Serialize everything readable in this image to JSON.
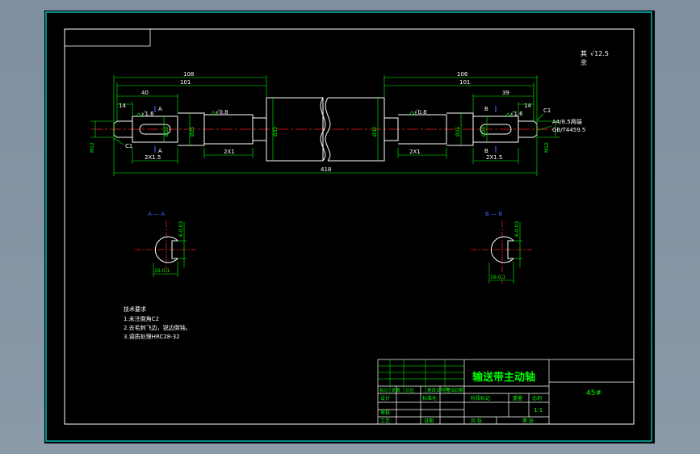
{
  "colors": {
    "background": "#000000",
    "outer_frame": "#00e5e5",
    "outline": "#ffffff",
    "dimension": "#00ff00",
    "centerline": "#ff2020",
    "section_mark": "#3a5bff",
    "title_block": "#00ff00"
  },
  "roughness": {
    "prefix": "其",
    "value": "√12.5",
    "suffix": "余"
  },
  "dims_top": {
    "overall_left": "108",
    "sub_left": "101",
    "seg_left": "40",
    "end_left": "14",
    "overall_right": "106",
    "sub_right": "101",
    "seg_right": "39",
    "end_right": "14",
    "total": "418"
  },
  "dims_bottom": {
    "groove_left": "2X1.5",
    "step_left": "2X1",
    "step_right": "2X1",
    "groove_right": "2X1.5"
  },
  "surface_marks": {
    "a": "√1.6",
    "b": "√0.8",
    "c": "√0.8",
    "d": "√1.6"
  },
  "diameters": {
    "d_end_left": "M12",
    "d_end_right": "M12",
    "d_key_left": "Ø20",
    "d_bear_left": "Ø25",
    "d_mid_left": "Ø32",
    "d_mid_right": "Ø32",
    "d_bear_right": "Ø25",
    "d_key_right": "Ø20"
  },
  "chamfers": {
    "left": "C1",
    "right": "C1"
  },
  "center_hole": {
    "line1": "A4/8.5两端",
    "line2": "GB/T4459.5"
  },
  "section_labels": {
    "a_top": "A",
    "a_bottom": "A",
    "b_top": "B",
    "b_bottom": "B",
    "aa_title": "A — A",
    "bb_title": "B — B"
  },
  "section_dims": {
    "aa_vertical": "6-0.03",
    "aa_horizontal": "16-0.1",
    "bb_vertical": "6-0.03",
    "bb_horizontal": "16-0.1"
  },
  "tech_notes": {
    "title": "技术要求",
    "items": [
      "1.未注倒角C2",
      "2.去毛刺飞边，锐边倒钝。",
      "3.调质处理HRC28-32"
    ]
  },
  "title_block": {
    "part_name": "输送带主动轴",
    "material": "45#",
    "row_labels": [
      "标记",
      "处数",
      "分区",
      "更改文件号",
      "签名",
      "日期"
    ],
    "design": "设计",
    "standardize": "标准化",
    "stage_mark": "阶段标记",
    "weight": "重量",
    "scale_label": "比例",
    "scale": "1:1",
    "review": "审核",
    "process": "工艺",
    "approve": "日期",
    "sheets": "共 张",
    "sheet_no": "第 张"
  }
}
